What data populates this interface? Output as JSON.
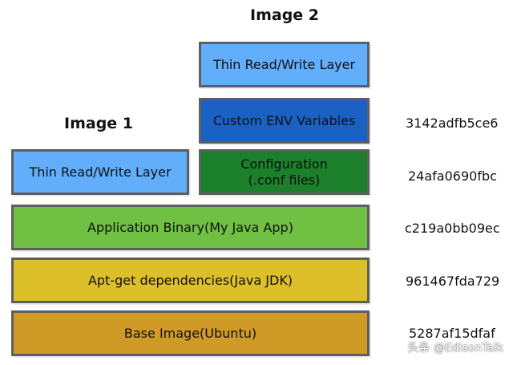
{
  "image2": {
    "title": "Image 2",
    "layers": [
      {
        "label": "Thin Read/Write Layer",
        "color": "#62aefb"
      },
      {
        "label": "Custom ENV Variables",
        "color": "#1a61c4",
        "hash": "3142adfb5ce6"
      },
      {
        "label_line1": "Configuration",
        "label_line2": "(.conf files)",
        "color": "#1b7f2b",
        "hash": "24afa0690fbc"
      }
    ]
  },
  "image1": {
    "title": "Image 1",
    "layers": [
      {
        "label": "Thin Read/Write Layer",
        "color": "#62aefb"
      }
    ]
  },
  "shared_layers": [
    {
      "label": "Application Binary(My Java App)",
      "color": "#70c043",
      "hash": "c219a0bb09ec"
    },
    {
      "label": "Apt-get dependencies(Java JDK)",
      "color": "#ddbf29",
      "hash": "961467fda729"
    },
    {
      "label": "Base Image(Ubuntu)",
      "color": "#cf9a26",
      "hash": "5287af15dfaf"
    }
  ],
  "watermark": "头条 @EdisonTalk"
}
